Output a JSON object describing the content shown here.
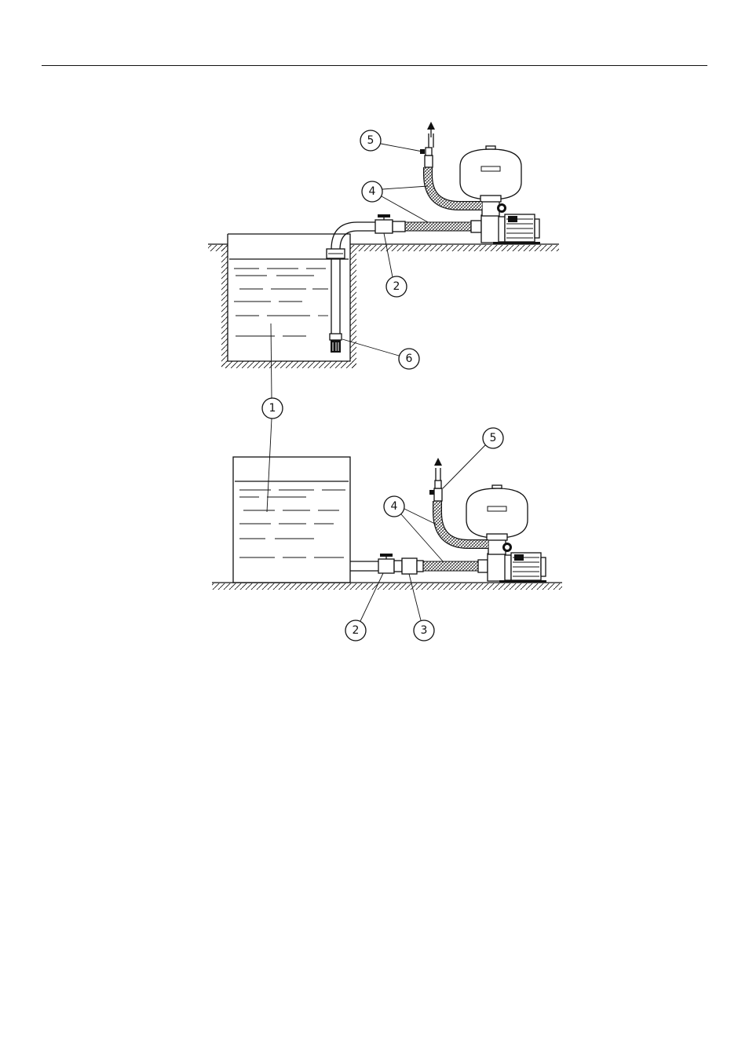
{
  "figure": {
    "upper": {
      "callouts": [
        {
          "id": "callout-5-upper",
          "label": "5"
        },
        {
          "id": "callout-4-upper",
          "label": "4"
        },
        {
          "id": "callout-2-upper",
          "label": "2"
        },
        {
          "id": "callout-6-upper",
          "label": "6"
        }
      ]
    },
    "shared": {
      "callouts": [
        {
          "id": "callout-1",
          "label": "1"
        }
      ]
    },
    "lower": {
      "callouts": [
        {
          "id": "callout-5-lower",
          "label": "5"
        },
        {
          "id": "callout-4-lower",
          "label": "4"
        },
        {
          "id": "callout-2-lower",
          "label": "2"
        },
        {
          "id": "callout-3-lower",
          "label": "3"
        }
      ]
    }
  }
}
